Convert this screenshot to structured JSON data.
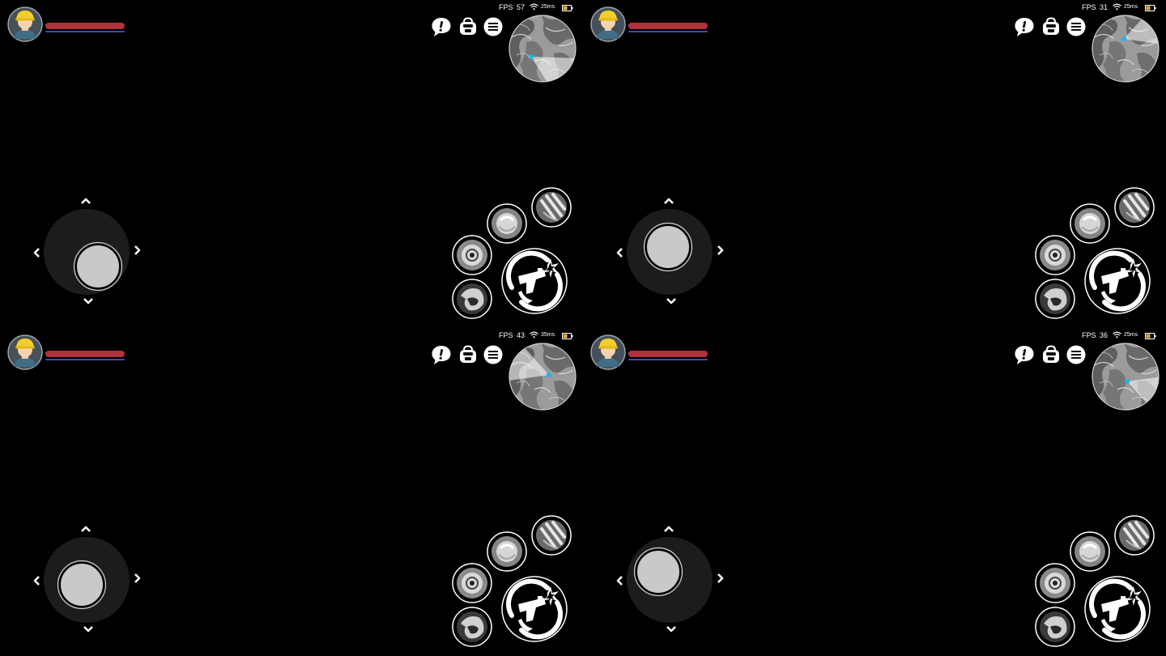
{
  "screens": [
    {
      "fps_label": "FPS",
      "fps": "57",
      "ping": "25ms",
      "stick": [
        0.35,
        0.45
      ]
    },
    {
      "fps_label": "FPS",
      "fps": "31",
      "ping": "25ms",
      "stick": [
        -0.05,
        -0.15
      ]
    },
    {
      "fps_label": "FPS",
      "fps": "43",
      "ping": "35ms",
      "stick": [
        -0.15,
        0.15
      ]
    },
    {
      "fps_label": "FPS",
      "fps": "36",
      "ping": "25ms",
      "stick": [
        -0.35,
        -0.25
      ]
    }
  ],
  "player": {
    "health": 1.0,
    "mana": 1.0
  },
  "icons": {
    "alert": "alert-bubble-icon",
    "bag": "backpack-icon",
    "menu": "menu-icon",
    "minimap": "minimap",
    "fire": "pistol-fire-icon"
  },
  "colors": {
    "health": "#b0323d",
    "mana": "#3b4fb0",
    "player_marker": "#1fb6e6",
    "joystick_base": "#1c1c1c",
    "joystick_knob": "#c9c9c7",
    "battery": "#e3b23a"
  }
}
